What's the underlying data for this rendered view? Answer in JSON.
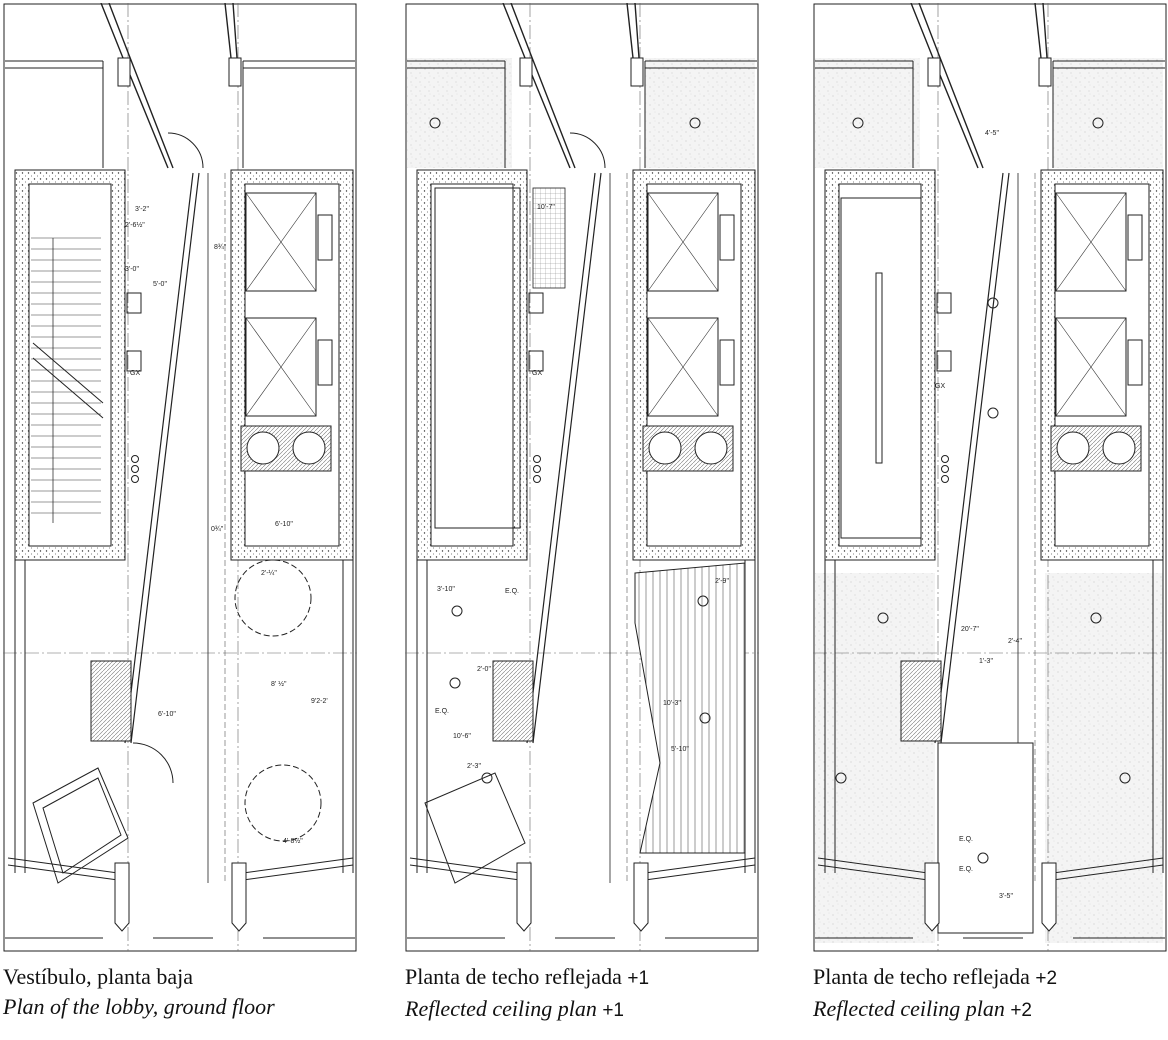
{
  "panels": [
    {
      "caption_es": "Vestíbulo, planta baja",
      "caption_en": "Plan of the lobby, ground floor",
      "labels": [
        "3'-2\"",
        "2'-6½\"",
        "3'-0\"",
        "5'-0\"",
        "8¾\"",
        "6'-10\"",
        "0¾\"",
        "2'-¼\"",
        "8' ½\"",
        "9'2-2'",
        "6'-10\"",
        "4'-8½\"",
        "GX"
      ]
    },
    {
      "caption_es": "Planta de techo reflejada",
      "caption_en": "Reflected ceiling plan",
      "level": "+1",
      "labels": [
        "10'-7\"",
        "3'-10\"",
        "E.Q.",
        "E.Q.",
        "2'-0\"",
        "10'-6\"",
        "10'-3\"",
        "5'-10\"",
        "2'-3\"",
        "2'-9\"",
        "GX"
      ]
    },
    {
      "caption_es": "Planta de techo reflejada",
      "caption_en": "Reflected ceiling plan",
      "level": "+2",
      "labels": [
        "4'-5\"",
        "20'-7\"",
        "2'-4\"",
        "1'-3\"",
        "E.Q.",
        "E.Q.",
        "3'-5\"",
        "GX"
      ]
    }
  ]
}
